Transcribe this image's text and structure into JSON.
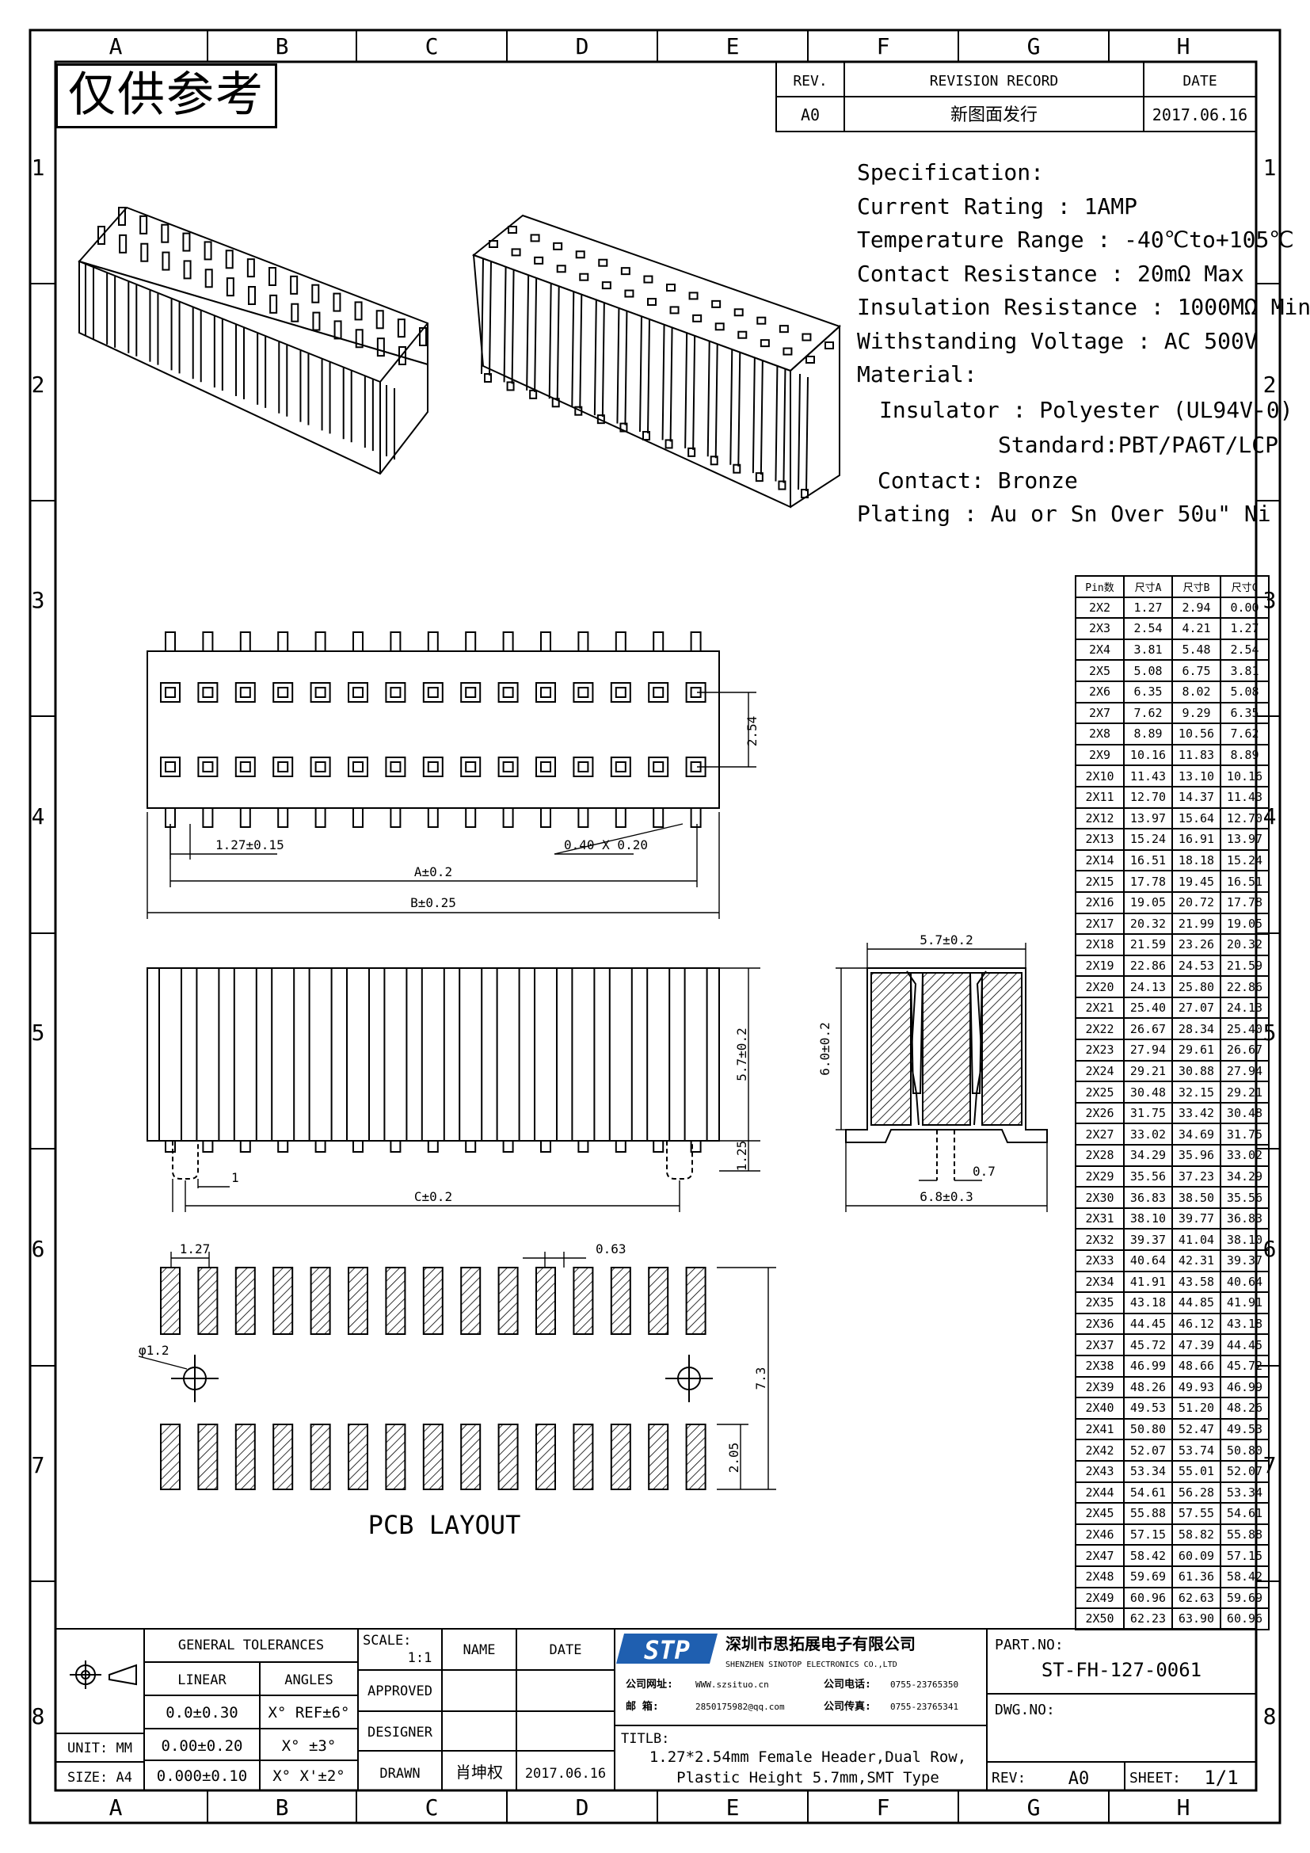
{
  "watermark": "仅供参考",
  "columns": [
    "A",
    "B",
    "C",
    "D",
    "E",
    "F",
    "G",
    "H"
  ],
  "rows": [
    "1",
    "2",
    "3",
    "4",
    "5",
    "6",
    "7",
    "8"
  ],
  "revision": {
    "rev_label": "REV.",
    "record_label": "REVISION RECORD",
    "date_label": "DATE",
    "rev": "A0",
    "record": "新图面发行",
    "date": "2017.06.16"
  },
  "spec": {
    "heading": "Specification:",
    "current": "Current Rating : 1AMP",
    "temperature": "Temperature Range : -40℃to+105℃",
    "contact_resistance": "Contact Resistance : 20mΩ Max",
    "insulation_resistance": "Insulation Resistance : 1000MΩ Min",
    "voltage": "Withstanding Voltage : AC 500V",
    "material": "Material:",
    "insulator": "Insulator : Polyester (UL94V-0)",
    "standard": "Standard:PBT/PA6T/LCP",
    "contact": "Contact: Bronze",
    "plating": "Plating : Au or Sn Over 50u\" Ni"
  },
  "dimensions": {
    "pitch_top": "1.27±0.15",
    "pin_size": "0.40 X 0.20",
    "row_pitch": "2.54",
    "dim_a": "A±0.2",
    "dim_b": "B±0.25",
    "height": "5.7±0.2",
    "tail": "1.25",
    "peg": "1",
    "dim_c": "C±0.2",
    "side_width": "5.7±0.2",
    "side_height": "6.0±0.2",
    "side_gap": "0.7",
    "side_base": "6.8±0.3",
    "pcb_pitch": "1.27",
    "pad_width": "0.63",
    "hole": "φ1.2",
    "row_span": "7.3",
    "pad_length": "2.05",
    "pcb_title": "PCB LAYOUT"
  },
  "table": {
    "headers": [
      "Pin数",
      "尺寸A",
      "尺寸B",
      "尺寸C"
    ],
    "rows": [
      [
        "2X2",
        "1.27",
        "2.94",
        "0.00"
      ],
      [
        "2X3",
        "2.54",
        "4.21",
        "1.27"
      ],
      [
        "2X4",
        "3.81",
        "5.48",
        "2.54"
      ],
      [
        "2X5",
        "5.08",
        "6.75",
        "3.81"
      ],
      [
        "2X6",
        "6.35",
        "8.02",
        "5.08"
      ],
      [
        "2X7",
        "7.62",
        "9.29",
        "6.35"
      ],
      [
        "2X8",
        "8.89",
        "10.56",
        "7.62"
      ],
      [
        "2X9",
        "10.16",
        "11.83",
        "8.89"
      ],
      [
        "2X10",
        "11.43",
        "13.10",
        "10.16"
      ],
      [
        "2X11",
        "12.70",
        "14.37",
        "11.43"
      ],
      [
        "2X12",
        "13.97",
        "15.64",
        "12.70"
      ],
      [
        "2X13",
        "15.24",
        "16.91",
        "13.97"
      ],
      [
        "2X14",
        "16.51",
        "18.18",
        "15.24"
      ],
      [
        "2X15",
        "17.78",
        "19.45",
        "16.51"
      ],
      [
        "2X16",
        "19.05",
        "20.72",
        "17.78"
      ],
      [
        "2X17",
        "20.32",
        "21.99",
        "19.05"
      ],
      [
        "2X18",
        "21.59",
        "23.26",
        "20.32"
      ],
      [
        "2X19",
        "22.86",
        "24.53",
        "21.59"
      ],
      [
        "2X20",
        "24.13",
        "25.80",
        "22.86"
      ],
      [
        "2X21",
        "25.40",
        "27.07",
        "24.13"
      ],
      [
        "2X22",
        "26.67",
        "28.34",
        "25.40"
      ],
      [
        "2X23",
        "27.94",
        "29.61",
        "26.67"
      ],
      [
        "2X24",
        "29.21",
        "30.88",
        "27.94"
      ],
      [
        "2X25",
        "30.48",
        "32.15",
        "29.21"
      ],
      [
        "2X26",
        "31.75",
        "33.42",
        "30.48"
      ],
      [
        "2X27",
        "33.02",
        "34.69",
        "31.75"
      ],
      [
        "2X28",
        "34.29",
        "35.96",
        "33.02"
      ],
      [
        "2X29",
        "35.56",
        "37.23",
        "34.29"
      ],
      [
        "2X30",
        "36.83",
        "38.50",
        "35.56"
      ],
      [
        "2X31",
        "38.10",
        "39.77",
        "36.83"
      ],
      [
        "2X32",
        "39.37",
        "41.04",
        "38.10"
      ],
      [
        "2X33",
        "40.64",
        "42.31",
        "39.37"
      ],
      [
        "2X34",
        "41.91",
        "43.58",
        "40.64"
      ],
      [
        "2X35",
        "43.18",
        "44.85",
        "41.91"
      ],
      [
        "2X36",
        "44.45",
        "46.12",
        "43.18"
      ],
      [
        "2X37",
        "45.72",
        "47.39",
        "44.45"
      ],
      [
        "2X38",
        "46.99",
        "48.66",
        "45.72"
      ],
      [
        "2X39",
        "48.26",
        "49.93",
        "46.99"
      ],
      [
        "2X40",
        "49.53",
        "51.20",
        "48.26"
      ],
      [
        "2X41",
        "50.80",
        "52.47",
        "49.53"
      ],
      [
        "2X42",
        "52.07",
        "53.74",
        "50.80"
      ],
      [
        "2X43",
        "53.34",
        "55.01",
        "52.07"
      ],
      [
        "2X44",
        "54.61",
        "56.28",
        "53.34"
      ],
      [
        "2X45",
        "55.88",
        "57.55",
        "54.61"
      ],
      [
        "2X46",
        "57.15",
        "58.82",
        "55.88"
      ],
      [
        "2X47",
        "58.42",
        "60.09",
        "57.15"
      ],
      [
        "2X48",
        "59.69",
        "61.36",
        "58.42"
      ],
      [
        "2X49",
        "60.96",
        "62.63",
        "59.69"
      ],
      [
        "2X50",
        "62.23",
        "63.90",
        "60.96"
      ]
    ]
  },
  "title_block": {
    "general_tolerances": "GENERAL TOLERANCES",
    "linear": "LINEAR",
    "angles": "ANGLES",
    "lin1": "0.0±0.30",
    "ang1": "X° REF±6°",
    "unit": "UNIT: MM",
    "lin2": "0.00±0.20",
    "ang2": "X° ±3°",
    "size": "SIZE: A4",
    "lin3": "0.000±0.10",
    "ang3": "X° X'±2°",
    "scale_label": "SCALE:",
    "scale": "1:1",
    "name_label": "NAME",
    "date_label": "DATE",
    "approved": "APPROVED",
    "designer": "DESIGNER",
    "drawn": "DRAWN",
    "drawn_name": "肖坤权",
    "drawn_date": "2017.06.16",
    "logo": "STP",
    "company_cn": "深圳市思拓展电子有限公司",
    "company_en": "SHENZHEN SINOTOP ELECTRONICS CO.,LTD",
    "web_label": "公司网址:",
    "web": "WWW.szsituo.cn",
    "tel_label": "公司电话:",
    "tel": "0755-23765350",
    "mail_label": "邮 箱:",
    "mail": "2850175982@qq.com",
    "fax_label": "公司传真:",
    "fax": "0755-23765341",
    "title_label": "TITLB:",
    "title_line1": "1.27*2.54mm Female Header,Dual Row,",
    "title_line2": "Plastic Height 5.7mm,SMT Type",
    "part_label": "PART.NO:",
    "part_no": "ST-FH-127-0061",
    "dwg_label": "DWG.NO:",
    "rev_label": "REV:",
    "rev": "A0",
    "sheet_label": "SHEET:",
    "sheet": "1/1"
  },
  "colors": {
    "ink": "#000000",
    "logo_blue": "#1f5fb0"
  }
}
